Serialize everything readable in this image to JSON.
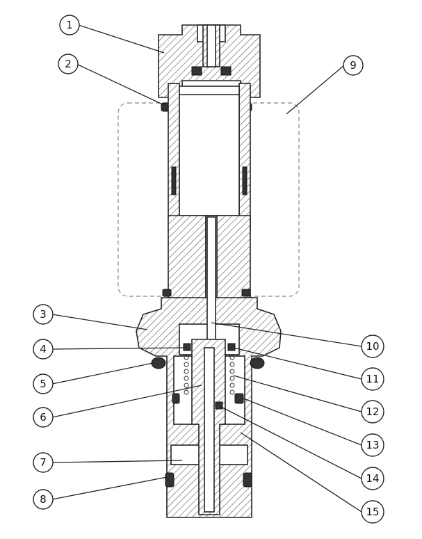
{
  "callouts": [
    {
      "label": "1"
    },
    {
      "label": "2"
    },
    {
      "label": "3"
    },
    {
      "label": "4"
    },
    {
      "label": "5"
    },
    {
      "label": "6"
    },
    {
      "label": "7"
    },
    {
      "label": "8"
    },
    {
      "label": "9"
    },
    {
      "label": "10"
    },
    {
      "label": "11"
    },
    {
      "label": "12"
    },
    {
      "label": "13"
    },
    {
      "label": "14"
    },
    {
      "label": "15"
    }
  ],
  "colors": {
    "line": "#222222",
    "hatch": "#555555",
    "background": "#ffffff"
  }
}
